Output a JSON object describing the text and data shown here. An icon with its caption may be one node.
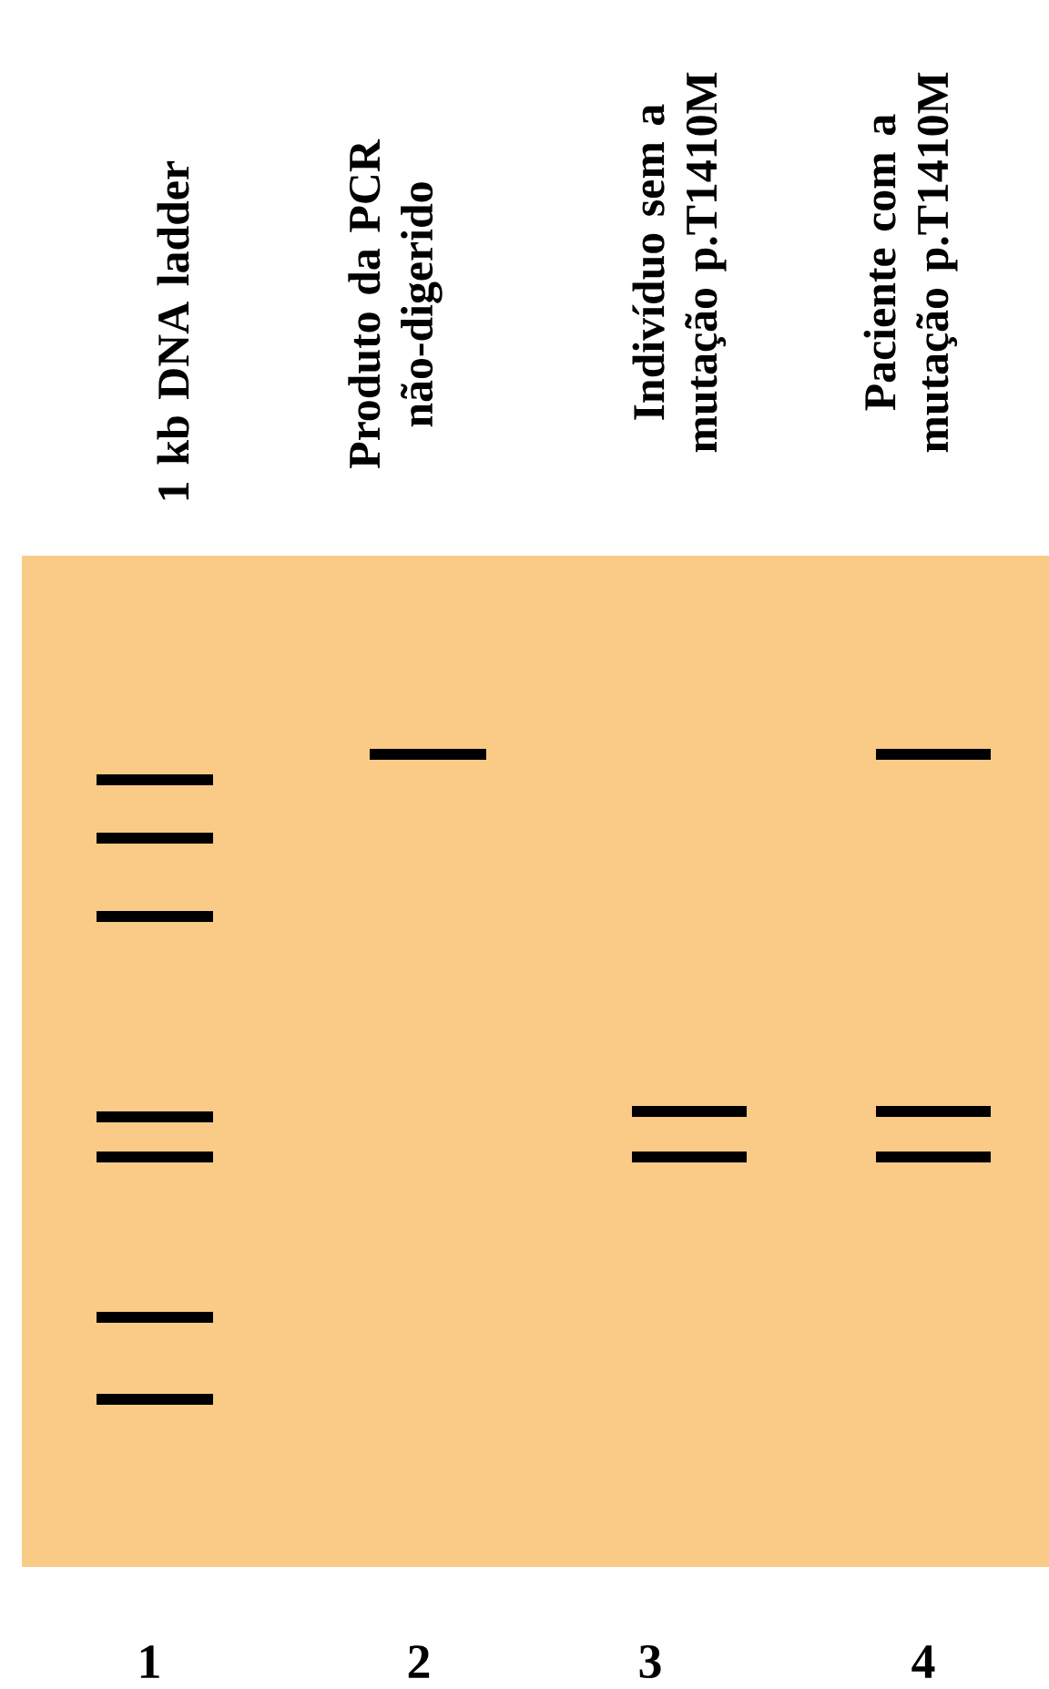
{
  "diagram": {
    "labels": [
      "1 kb DNA ladder",
      "Produto da PCR não-digerido",
      "Indivíduo sem a mutação p.T1410M",
      "Paciente com a mutação p.T1410M",
      "1",
      "2",
      "3",
      "4"
    ]
  }
}
